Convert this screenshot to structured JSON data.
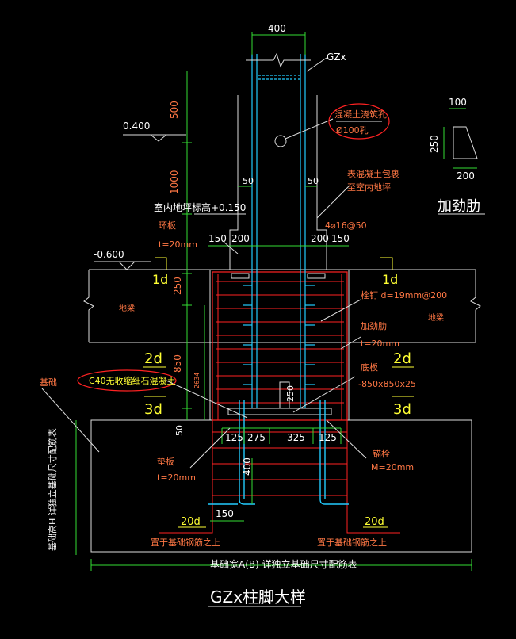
{
  "top_width": "400",
  "column_tag": "GZx",
  "dim_500": "500",
  "elev_0400": "0.400",
  "dim_1000": "1000",
  "hole_label_1": "混凝土浇筑孔",
  "hole_label_2": "Ø100孔",
  "wrap_label_1": "表混凝土包裹",
  "wrap_label_2": "至室内地坪",
  "dim_50_left": "50",
  "dim_50_right": "50",
  "floor_elev": "室内地坪标高+0.150",
  "ring_plate": "环板",
  "ring_plate_t": "t=20mm",
  "dim_150_l": "150",
  "dim_200_l": "200",
  "dim_200_r": "200",
  "dim_150_r": "150",
  "bars": "4⌀16@50",
  "elev_neg0600": "-0.600",
  "one_d_left": "1d",
  "one_d_right": "1d",
  "dim_250": "250",
  "beam_left": "地梁",
  "beam_right": "地梁",
  "stud": "栓钉 d=19mm@200",
  "stiffener": "加劲肋",
  "stiffener_t": "t=20mm",
  "two_d_left": "2d",
  "two_d_right": "2d",
  "dim_850": "850",
  "dim_2634": "2634",
  "grout": "C40无收缩细石混凝土",
  "foundation": "基础",
  "base_plate": "底板",
  "base_plate_size": "-850x850x25",
  "three_d_left": "3d",
  "three_d_right": "3d",
  "dim_250_small": "250",
  "dim_50_bottom": "50",
  "d125a": "125",
  "d275": "275",
  "d325": "325",
  "d125b": "125",
  "dim_400_v": "400",
  "anchor": "锚栓",
  "anchor_m": "M=20mm",
  "pad_plate": "垫板",
  "pad_plate_t": "t=20mm",
  "dim_150_b": "150",
  "vert_text_1": "基础高H 详独立基础尺寸配筋表",
  "twenty_d_l": "20d",
  "twenty_d_r": "20d",
  "above_rebar_l": "置于基础钢筋之上",
  "above_rebar_r": "置于基础钢筋之上",
  "bottom_note": "基础宽A(B) 详独立基础尺寸配筋表",
  "title": "GZx柱脚大样",
  "rib_title": "加劲肋",
  "rib_top": "100",
  "rib_side": "250",
  "rib_bottom": "200"
}
